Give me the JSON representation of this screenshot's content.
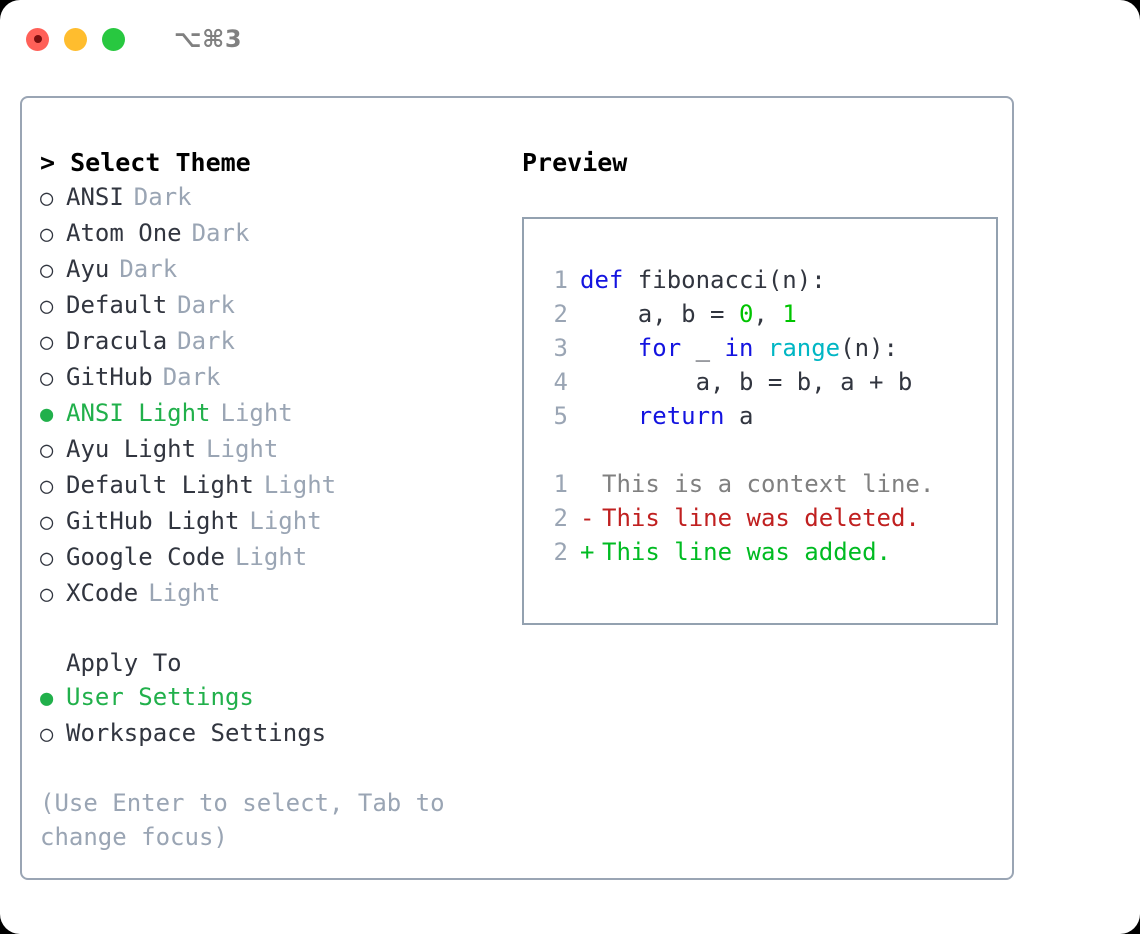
{
  "window": {
    "traffic_lights": [
      "close",
      "minimize",
      "maximize"
    ],
    "shortcut": "⌥⌘3",
    "colors": {
      "close": "#ff6058",
      "minimize": "#ffbd2e",
      "maximize": "#28c840",
      "accent_green": "#21b04b",
      "border": "#9aa5b4",
      "muted": "#9aa5b4",
      "text": "#31353f"
    }
  },
  "theme_panel": {
    "header": "> Select Theme",
    "options": [
      {
        "bullet": "○",
        "label": "ANSI",
        "tag": "Dark",
        "selected": false
      },
      {
        "bullet": "○",
        "label": "Atom One",
        "tag": "Dark",
        "selected": false
      },
      {
        "bullet": "○",
        "label": "Ayu",
        "tag": "Dark",
        "selected": false
      },
      {
        "bullet": "○",
        "label": "Default",
        "tag": "Dark",
        "selected": false
      },
      {
        "bullet": "○",
        "label": "Dracula",
        "tag": "Dark",
        "selected": false
      },
      {
        "bullet": "○",
        "label": "GitHub",
        "tag": "Dark",
        "selected": false
      },
      {
        "bullet": "●",
        "label": "ANSI Light",
        "tag": "Light",
        "selected": true
      },
      {
        "bullet": "○",
        "label": "Ayu Light",
        "tag": "Light",
        "selected": false
      },
      {
        "bullet": "○",
        "label": "Default Light",
        "tag": "Light",
        "selected": false
      },
      {
        "bullet": "○",
        "label": "GitHub Light",
        "tag": "Light",
        "selected": false
      },
      {
        "bullet": "○",
        "label": "Google Code",
        "tag": "Light",
        "selected": false
      },
      {
        "bullet": "○",
        "label": "XCode",
        "tag": "Light",
        "selected": false
      }
    ]
  },
  "apply_to": {
    "title": "Apply To",
    "options": [
      {
        "bullet": "●",
        "label": "User Settings",
        "selected": true
      },
      {
        "bullet": "○",
        "label": "Workspace Settings",
        "selected": false
      }
    ]
  },
  "hint": "(Use Enter to select, Tab to change focus)",
  "preview": {
    "header": "Preview",
    "code_lines": [
      {
        "no": "1",
        "tokens": [
          {
            "t": "def",
            "c": "kw"
          },
          {
            "t": " fibonacci(n):",
            "c": "pln"
          }
        ]
      },
      {
        "no": "2",
        "tokens": [
          {
            "t": "    a, b = ",
            "c": "pln"
          },
          {
            "t": "0",
            "c": "num"
          },
          {
            "t": ", ",
            "c": "pln"
          },
          {
            "t": "1",
            "c": "num"
          }
        ]
      },
      {
        "no": "3",
        "tokens": [
          {
            "t": "    ",
            "c": "pln"
          },
          {
            "t": "for",
            "c": "kw"
          },
          {
            "t": " _ ",
            "c": "pln"
          },
          {
            "t": "in",
            "c": "kw"
          },
          {
            "t": " ",
            "c": "pln"
          },
          {
            "t": "range",
            "c": "fn"
          },
          {
            "t": "(n):",
            "c": "pln"
          }
        ]
      },
      {
        "no": "4",
        "tokens": [
          {
            "t": "        a, b = b, a + b",
            "c": "pln"
          }
        ]
      },
      {
        "no": "5",
        "tokens": [
          {
            "t": "    ",
            "c": "pln"
          },
          {
            "t": "return",
            "c": "kw"
          },
          {
            "t": " a",
            "c": "pln"
          }
        ]
      }
    ],
    "diff_lines": [
      {
        "no": "1",
        "mark": " ",
        "text": "This is a context line.",
        "kind": "diff-ctx"
      },
      {
        "no": "2",
        "mark": "-",
        "text": "This line was deleted.",
        "kind": "diff-del"
      },
      {
        "no": "2",
        "mark": "+",
        "text": "This line was added.",
        "kind": "diff-add"
      }
    ]
  }
}
